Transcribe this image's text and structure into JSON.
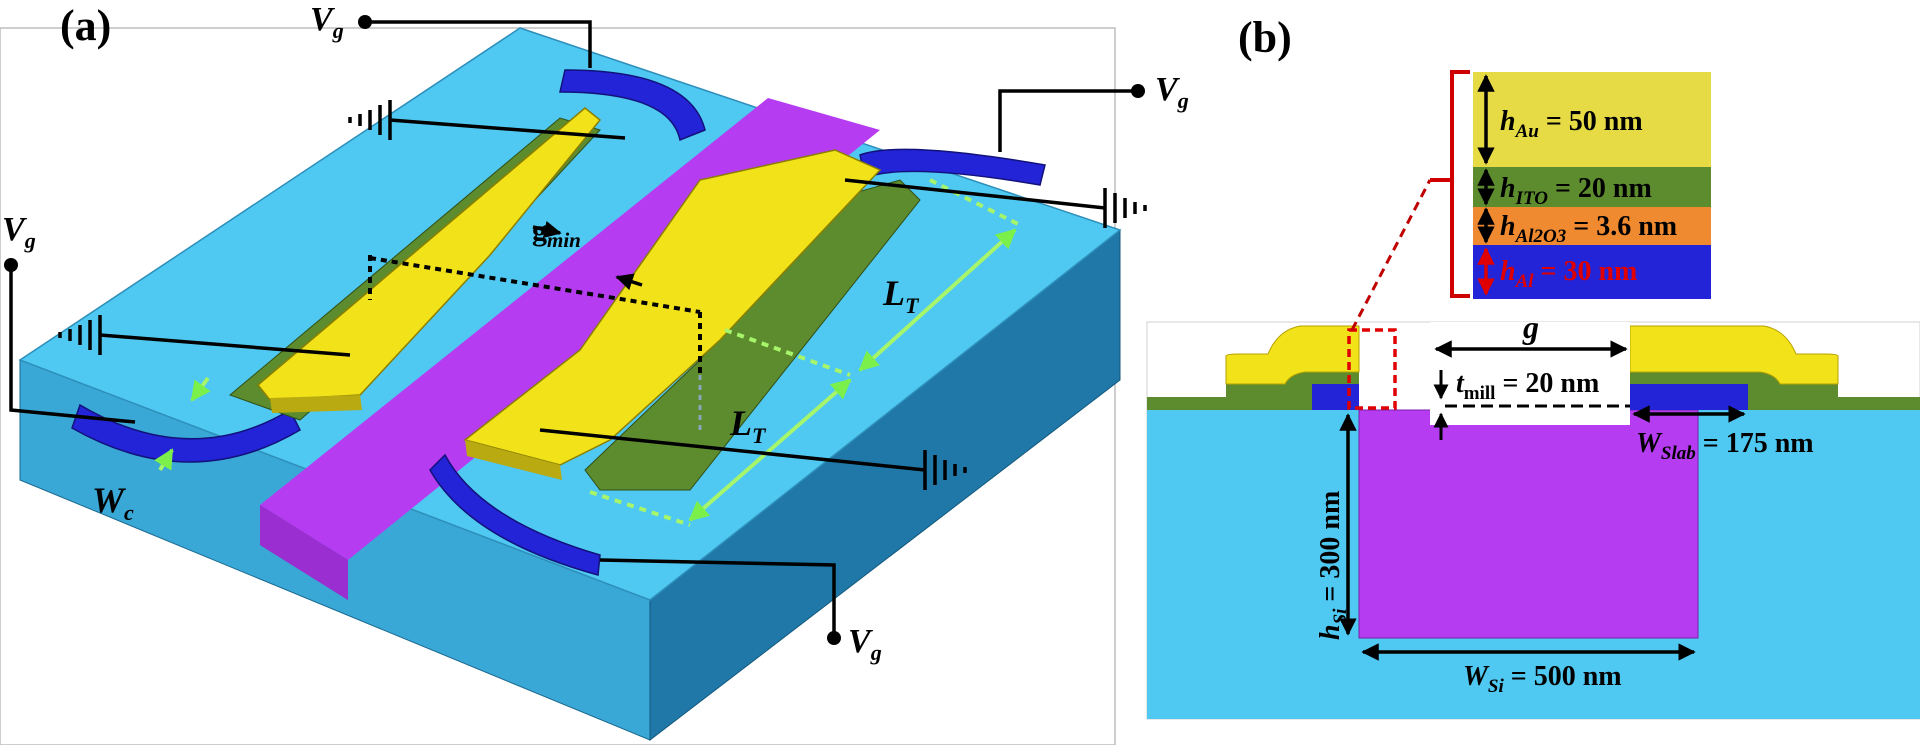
{
  "panel_a": {
    "label": "(a)",
    "v": "V",
    "g_sub": "g",
    "gmin_g": "g",
    "gmin_sub": "min",
    "lt_L": "L",
    "lt_sub": "T",
    "wc_W": "W",
    "wc_sub": "c"
  },
  "panel_b": {
    "label": "(b)",
    "h": "h",
    "au_sub": "Au",
    "au_val": " = 50 nm",
    "ito_sub": "ITO",
    "ito_val": " = 20 nm",
    "al2o3_sub": "Al2O3",
    "al2o3_val": " = 3.6 nm",
    "al_sub": "Al",
    "al_val": " = 30 nm",
    "g": "g",
    "t": "t",
    "mill_sub": "mill",
    "mill_val": " = 20 nm",
    "W": "W",
    "slab_sub": "Slab",
    "slab_val": " = 175 nm",
    "si_sub": "Si",
    "hsi_val": " = 300 nm",
    "wsi_val": " = 500 nm"
  },
  "colors": {
    "substrate": "#4fc8f2",
    "gold": "#f2e21a",
    "ito": "#5d8c2e",
    "al2o3": "#f08a30",
    "aluminum": "#2323d8",
    "silicon": "#b53cf0"
  }
}
